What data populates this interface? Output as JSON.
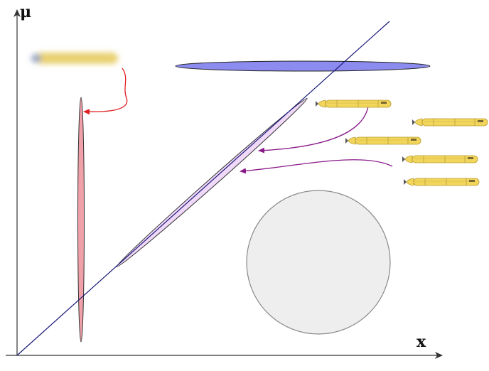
{
  "axes": {
    "x_label": "x",
    "y_label": "μ"
  },
  "colors": {
    "axis": "#333333",
    "diagonal_line": "#1a1a7a",
    "horizontal_ellipse_fill": "#8c8cf0",
    "vertical_ellipse_fill": "#f0a0a8",
    "diagonal_ellipse_fill": "#f0d8f8",
    "circle_fill": "#eeeeee",
    "circle_stroke": "#888888",
    "red_arrow": "#e02020",
    "purple_arrow": "#8a1a8a",
    "vehicle_body": "#f2d65c",
    "blur_vehicle": "#e8d070"
  },
  "icons": {
    "vehicle": "auv-torpedo-icon",
    "blurred_vehicle": "blurred-auv-icon"
  },
  "vehicle_count": 6
}
